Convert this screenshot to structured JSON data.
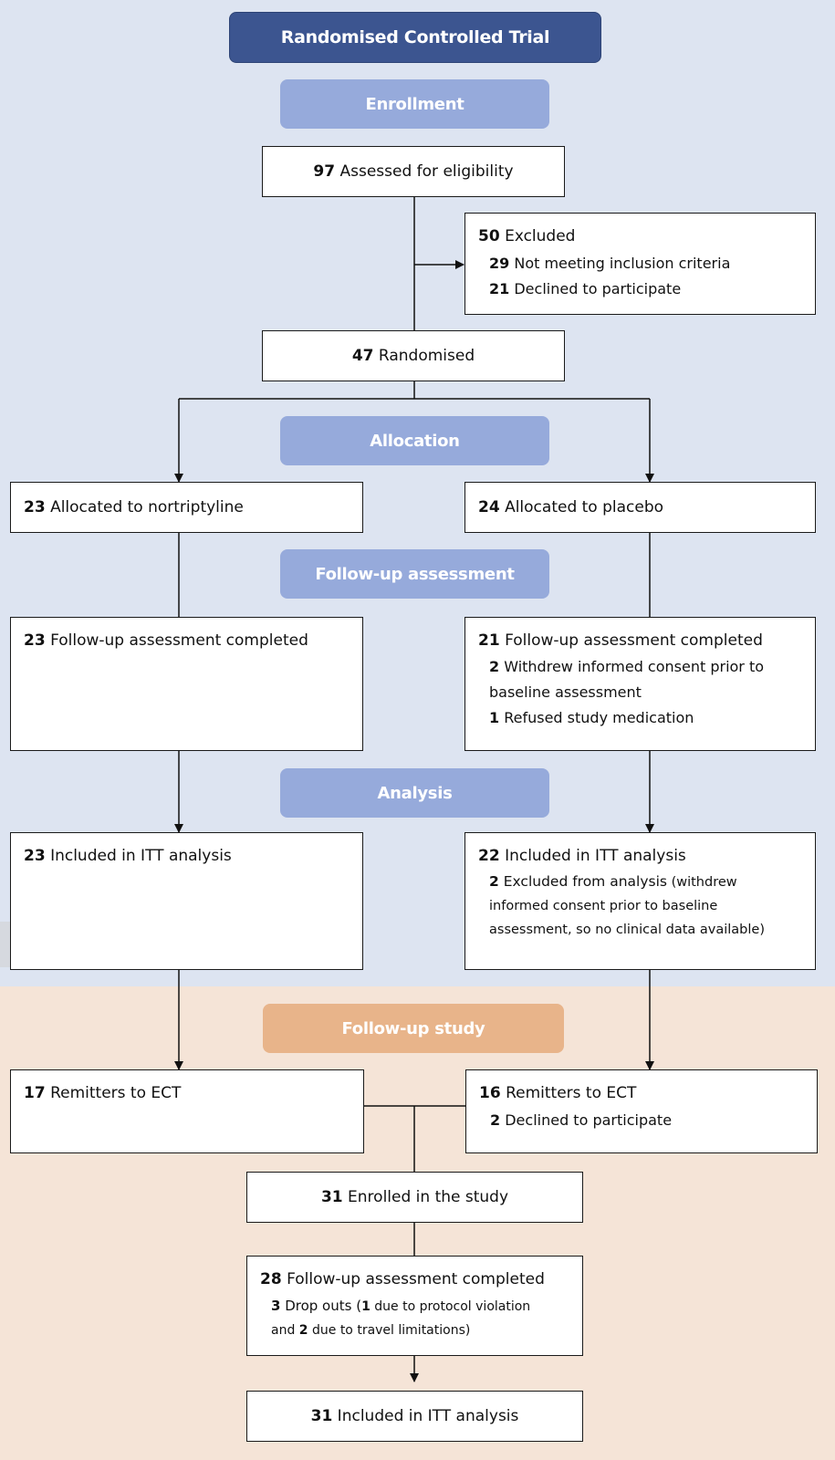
{
  "title": "Randomised Controlled Trial",
  "stages": {
    "enrollment": "Enrollment",
    "allocation": "Allocation",
    "follow_up_assessment": "Follow-up assessment",
    "analysis": "Analysis",
    "follow_up_study": "Follow-up study"
  },
  "boxes": {
    "assessed": {
      "n": "97",
      "text": " Assessed for eligibility"
    },
    "excluded": {
      "n": "50",
      "text": " Excluded",
      "items": [
        {
          "n": "29",
          "text": " Not meeting inclusion criteria"
        },
        {
          "n": "21",
          "text": " Declined to participate"
        }
      ]
    },
    "randomised": {
      "n": "47",
      "text": " Randomised"
    },
    "alloc_nort": {
      "n": "23",
      "text": " Allocated to nortriptyline"
    },
    "alloc_placebo": {
      "n": "24",
      "text": " Allocated to placebo"
    },
    "fu_nort": {
      "n": "23",
      "text": " Follow-up assessment completed"
    },
    "fu_placebo": {
      "n": "21",
      "text": " Follow-up assessment completed",
      "items": [
        {
          "n": "2",
          "text": " Withdrew informed consent prior to",
          "cont": "baseline assessment"
        },
        {
          "n": "1",
          "text": " Refused study medication"
        }
      ]
    },
    "itt_nort": {
      "n": "23",
      "text": " Included in ITT analysis"
    },
    "itt_placebo": {
      "n": "22",
      "text": " Included in ITT analysis",
      "items": [
        {
          "n": "2",
          "text": " Excluded from analysis",
          "paren": " (withdrew",
          "line2": "informed consent prior to baseline",
          "line3": "assessment, so no clinical data available)"
        }
      ]
    },
    "remit_nort": {
      "n": "17",
      "text": " Remitters to ECT"
    },
    "remit_placebo": {
      "n": "16",
      "text": " Remitters to ECT",
      "items": [
        {
          "n": "2",
          "text": " Declined to participate"
        }
      ]
    },
    "enrolled": {
      "n": "31",
      "text": " Enrolled in the study"
    },
    "fu_study": {
      "n": "28",
      "text": " Follow-up assessment completed",
      "items": [
        {
          "n": "3",
          "text": " Drop outs (",
          "n2": "1",
          "text2": " due to protocol violation",
          "n3": "2",
          "pre3": "and ",
          "text3": " due to travel limitations)"
        }
      ]
    },
    "itt_final": {
      "n": "31",
      "text": " Included in ITT analysis"
    }
  },
  "colors": {
    "rct_band": "#dde4f1",
    "followup_band": "#f5e4d7",
    "header_pill": "#3c5590",
    "stage_pill": "#96aadb",
    "followup_pill": "#e8b48a"
  }
}
